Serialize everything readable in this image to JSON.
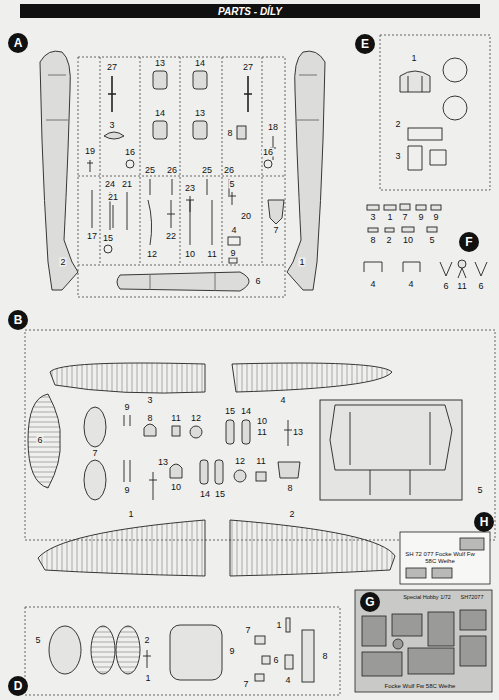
{
  "diagram": {
    "title": "PARTS - DÍLY",
    "nodes": [
      {
        "text": [
          "A"
        ]
      },
      {
        "text": [
          "E"
        ]
      },
      {
        "text": [
          "F"
        ]
      },
      {
        "text": [
          "B"
        ]
      },
      {
        "text": [
          "H"
        ]
      },
      {
        "text": [
          "G"
        ]
      },
      {
        "text": [
          "D"
        ]
      }
    ],
    "labels": [
      "27",
      "13",
      "14",
      "14",
      "13",
      "27",
      "3",
      "8",
      "18",
      "16",
      "16",
      "19",
      "25",
      "26",
      "25",
      "26",
      "24",
      "21",
      "23",
      "5",
      "21",
      "20",
      "7",
      "17",
      "22",
      "4",
      "15",
      "12",
      "10",
      "11",
      "9",
      "2",
      "1",
      "6",
      "1",
      "2",
      "3",
      "3",
      "1",
      "7",
      "9",
      "9",
      "8",
      "2",
      "10",
      "5",
      "4",
      "4",
      "6",
      "11",
      "6",
      "3",
      "4",
      "6",
      "7",
      "9",
      "8",
      "11",
      "12",
      "15",
      "14",
      "10",
      "11",
      "13",
      "9",
      "13",
      "10",
      "14",
      "15",
      "12",
      "11",
      "8",
      "5",
      "1",
      "2",
      "5",
      "2",
      "1",
      "9",
      "7",
      "6",
      "7",
      "1",
      "4",
      "8",
      "Special Hobby 1/72",
      "SH72077",
      "Focke Wulf Fw 58C Weihe",
      "SH 72 077 Focke Wulf Fw 58C Weihe"
    ]
  }
}
